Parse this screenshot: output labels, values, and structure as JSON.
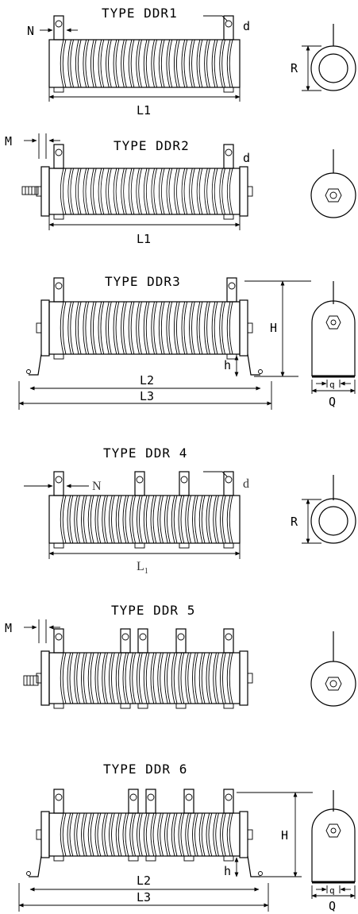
{
  "sections": [
    {
      "title": "TYPE DDR1",
      "labels": {
        "n": "N",
        "d": "d",
        "l1": "L1",
        "r": "R"
      }
    },
    {
      "title": "TYPE DDR2",
      "labels": {
        "m": "M",
        "d": "d",
        "l1": "L1"
      }
    },
    {
      "title": "TYPE DDR3",
      "labels": {
        "h_big": "H",
        "h_small": "h",
        "l2": "L2",
        "l3": "L3",
        "q_small": "q",
        "q_big": "Q"
      }
    },
    {
      "title": "TYPE DDR 4",
      "labels": {
        "n": "N",
        "d": "d",
        "l1": "L",
        "l1_sub": "1",
        "r": "R"
      }
    },
    {
      "title": "TYPE DDR 5",
      "labels": {
        "m": "M"
      }
    },
    {
      "title": "TYPE DDR 6",
      "labels": {
        "h_big": "H",
        "h_small": "h",
        "l2": "L2",
        "l3": "L3",
        "q_small": "q",
        "q_big": "Q"
      }
    }
  ]
}
